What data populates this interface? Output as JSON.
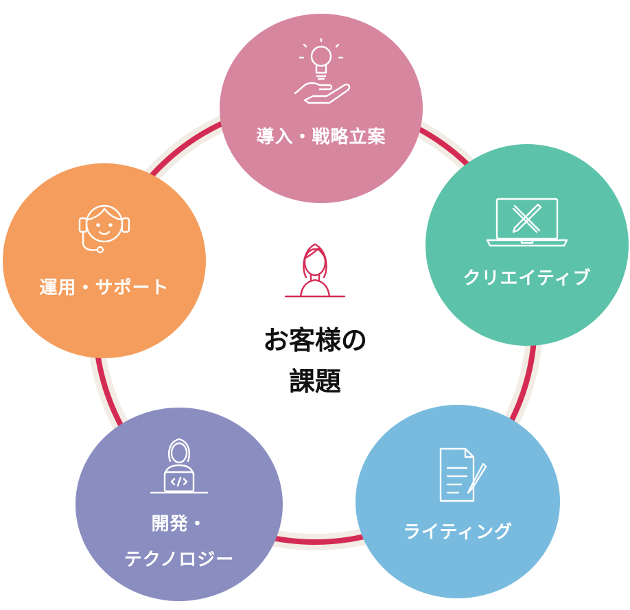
{
  "center": {
    "title_line1": "お客様の",
    "title_line2": "課題",
    "icon": "woman-avatar-icon"
  },
  "nodes": [
    {
      "key": "strategy",
      "label": "導入・戦略立案",
      "color": "#d6879f",
      "icon": "lightbulb-hand-icon"
    },
    {
      "key": "creative",
      "label": "クリエイティブ",
      "color": "#5cc3aa",
      "icon": "laptop-pencil-ruler-icon"
    },
    {
      "key": "writing",
      "label": "ライティング",
      "color": "#79bbdf",
      "icon": "document-pen-icon"
    },
    {
      "key": "dev",
      "label_line1": "開発・",
      "label_line2": "テクノロジー",
      "color": "#8a8dc0",
      "icon": "developer-laptop-icon"
    },
    {
      "key": "support",
      "label": "運用・サポート",
      "color": "#f49d5c",
      "icon": "headset-operator-icon"
    }
  ],
  "colors": {
    "ring": "#d42b54",
    "ring_halo": "#f2ece4",
    "icon_line": "#ffffff",
    "avatar_line": "#d42b54"
  }
}
